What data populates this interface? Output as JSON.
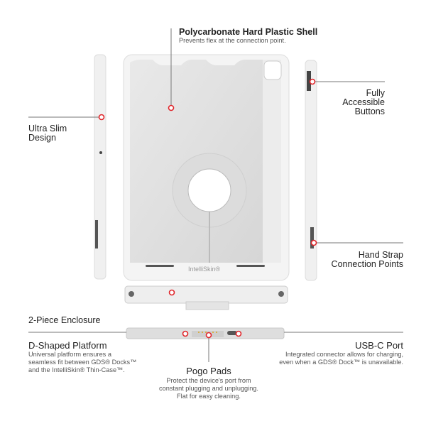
{
  "callouts": {
    "shell": {
      "title": "Polycarbonate Hard Plastic Shell",
      "desc": "Prevents flex at the connection point."
    },
    "slim": {
      "line1": "Ultra Slim",
      "line2": "Design"
    },
    "buttons": {
      "line1": "Fully",
      "line2": "Accessible",
      "line3": "Buttons"
    },
    "strap": {
      "line1": "Hand Strap",
      "line2": "Connection Points"
    },
    "enclosure": {
      "title": "2-Piece Enclosure"
    },
    "platform": {
      "title": "D-Shaped Platform",
      "desc1": "Universal platform ensures a",
      "desc2": "seamless fit between GDS® Docks™",
      "desc3": "and the IntelliSkin® Thin-Case™."
    },
    "usbc": {
      "title": "USB-C Port",
      "desc1": "Integrated connector allows for charging,",
      "desc2": "even when a GDS® Dock™ is unavailable."
    },
    "pogo": {
      "title": "Pogo Pads",
      "desc1": "Protect the device's port from",
      "desc2": "constant plugging and unplugging.",
      "desc3": "Flat for easy cleaning."
    }
  },
  "product": {
    "logo_text": "IntelliSkin®"
  },
  "colors": {
    "accent": "#e0262b",
    "line": "#777777"
  }
}
